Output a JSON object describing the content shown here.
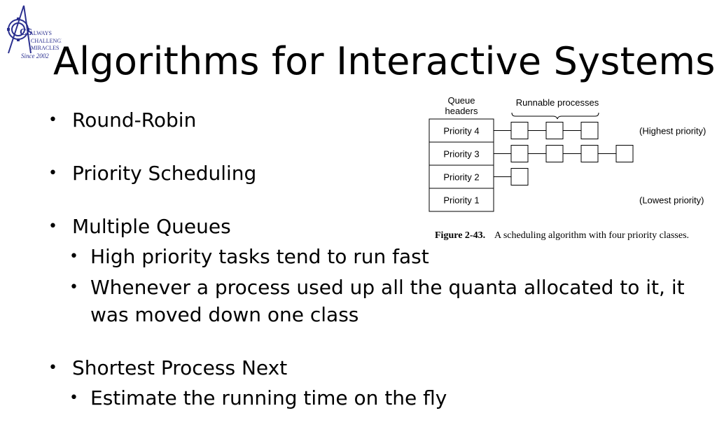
{
  "logo": {
    "letters": "CS",
    "line1": "ALWAYS",
    "line2": "CHALLENGE",
    "line3": "MIRACLES",
    "since": "Since 2002",
    "color": "#2a2f8f"
  },
  "title": "Algorithms for Interactive Systems",
  "bullets": {
    "b1": "Round-Robin",
    "b2": "Priority Scheduling",
    "b3": "Multiple Queues",
    "b3a": "High priority tasks tend to run fast",
    "b3b_line1": "Whenever a process used up all the quanta allocated to it, it",
    "b3b_line2": "was moved down one class",
    "b4": "Shortest Process Next",
    "b4a": "Estimate the running time on the fly"
  },
  "figure": {
    "queue_headers_line1": "Queue",
    "queue_headers_line2": "headers",
    "runnable_label": "Runnable processes",
    "rows": [
      {
        "label": "Priority 4",
        "processes": 3,
        "note": "(Highest priority)"
      },
      {
        "label": "Priority 3",
        "processes": 4,
        "note": ""
      },
      {
        "label": "Priority 2",
        "processes": 1,
        "note": ""
      },
      {
        "label": "Priority 1",
        "processes": 0,
        "note": "(Lowest priority)"
      }
    ],
    "caption_bold": "Figure 2-43.",
    "caption_text": "A scheduling algorithm with four priority classes."
  }
}
